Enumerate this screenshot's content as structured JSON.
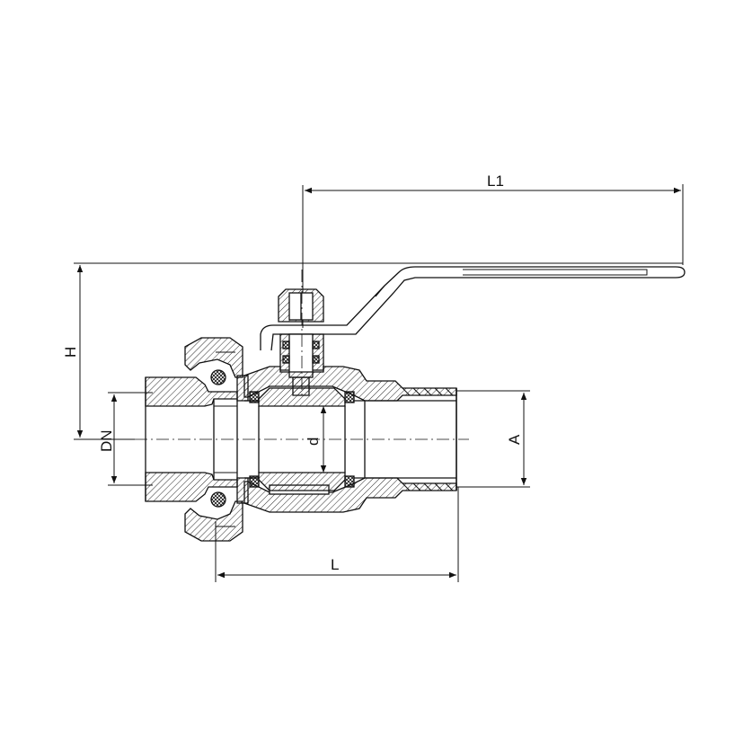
{
  "drawing": {
    "subject": "",
    "dimensions": {
      "l1": "L1",
      "h": "H",
      "dn": "DN",
      "d": "d",
      "a": "A",
      "l": "L"
    }
  }
}
